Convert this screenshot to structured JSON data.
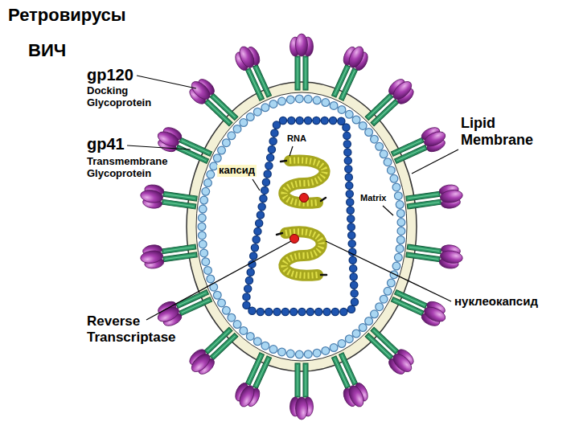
{
  "diagram": {
    "title": "Ретровирусы",
    "labels": [
      "ВИЧ",
      "gp120",
      "Docking Glycoprotein",
      "gp41",
      "Transmembrane Glycoprotein",
      "Lipid Membrane",
      "RNA",
      "капсид",
      "Matrix",
      "нуклеокапсид",
      "Reverse Transcriptase"
    ]
  }
}
